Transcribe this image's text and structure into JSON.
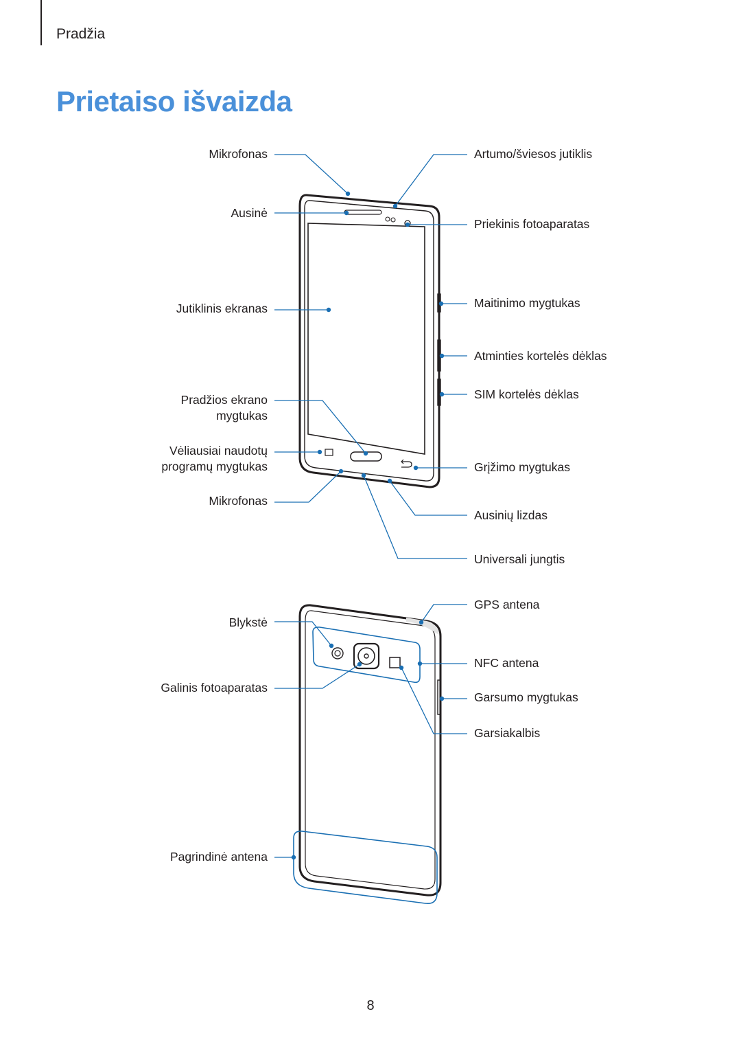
{
  "header": {
    "section": "Pradžia"
  },
  "page_title": "Prietaiso išvaizda",
  "front_labels": {
    "mic_top": "Mikrofonas",
    "earpiece": "Ausinė",
    "touchscreen": "Jutiklinis ekranas",
    "home_line1": "Pradžios ekrano",
    "home_line2": "mygtukas",
    "recent_line1": "Vėliausiai naudotų",
    "recent_line2": "programų mygtukas",
    "mic_bottom": "Mikrofonas",
    "proximity": "Artumo/šviesos jutiklis",
    "front_camera": "Priekinis fotoaparatas",
    "power": "Maitinimo mygtukas",
    "memory_tray": "Atminties kortelės dėklas",
    "sim_tray": "SIM kortelės dėklas",
    "back_key": "Grįžimo mygtukas",
    "headset_jack": "Ausinių lizdas",
    "usb": "Universali jungtis"
  },
  "back_labels": {
    "flash": "Blykstė",
    "rear_camera": "Galinis fotoaparatas",
    "main_antenna": "Pagrindinė antena",
    "gps": "GPS antena",
    "nfc": "NFC antena",
    "volume": "Garsumo mygtukas",
    "speaker": "Garsiakalbis"
  },
  "footer": {
    "page_number": "8"
  },
  "colors": {
    "title": "#4a90d9",
    "callout": "#1a6fb3",
    "text": "#231f20"
  }
}
